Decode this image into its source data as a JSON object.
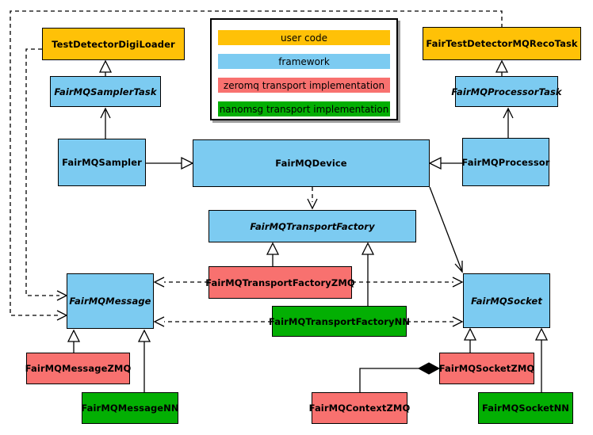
{
  "colors": {
    "user_code": "#FFC107",
    "framework": "#7CCBF1",
    "zeromq": "#F8716F",
    "nanomsg": "#03AF03",
    "line": "#000000",
    "background": "#FFFFFF"
  },
  "legend": {
    "items": [
      {
        "label": "user code",
        "color": "#FFC107"
      },
      {
        "label": "framework",
        "color": "#7CCBF1"
      },
      {
        "label": "zeromq transport implementation",
        "color": "#F8716F"
      },
      {
        "label": "nanomsg transport implementation",
        "color": "#03AF03"
      }
    ]
  },
  "nodes": {
    "testDetectorDigiLoader": {
      "label": "TestDetectorDigiLoader",
      "category": "user_code",
      "abstract": false
    },
    "fairTestDetectorMQRecoTask": {
      "label": "FairTestDetectorMQRecoTask",
      "category": "user_code",
      "abstract": false
    },
    "fairMQSamplerTask": {
      "label": "FairMQSamplerTask",
      "category": "framework",
      "abstract": true
    },
    "fairMQProcessorTask": {
      "label": "FairMQProcessorTask",
      "category": "framework",
      "abstract": true
    },
    "fairMQSampler": {
      "label": "FairMQSampler",
      "category": "framework",
      "abstract": false
    },
    "fairMQDevice": {
      "label": "FairMQDevice",
      "category": "framework",
      "abstract": false
    },
    "fairMQProcessor": {
      "label": "FairMQProcessor",
      "category": "framework",
      "abstract": false
    },
    "fairMQTransportFactory": {
      "label": "FairMQTransportFactory",
      "category": "framework",
      "abstract": true
    },
    "fairMQTransportFactoryZMQ": {
      "label": "FairMQTransportFactoryZMQ",
      "category": "zeromq",
      "abstract": false
    },
    "fairMQTransportFactoryNN": {
      "label": "FairMQTransportFactoryNN",
      "category": "nanomsg",
      "abstract": false
    },
    "fairMQMessage": {
      "label": "FairMQMessage",
      "category": "framework",
      "abstract": true
    },
    "fairMQSocket": {
      "label": "FairMQSocket",
      "category": "framework",
      "abstract": true
    },
    "fairMQMessageZMQ": {
      "label": "FairMQMessageZMQ",
      "category": "zeromq",
      "abstract": false
    },
    "fairMQMessageNN": {
      "label": "FairMQMessageNN",
      "category": "nanomsg",
      "abstract": false
    },
    "fairMQContextZMQ": {
      "label": "FairMQContextZMQ",
      "category": "zeromq",
      "abstract": false
    },
    "fairMQSocketZMQ": {
      "label": "FairMQSocketZMQ",
      "category": "zeromq",
      "abstract": false
    },
    "fairMQSocketNN": {
      "label": "FairMQSocketNN",
      "category": "nanomsg",
      "abstract": false
    }
  },
  "relationships": [
    {
      "from": "FairMQSamplerTask",
      "to": "TestDetectorDigiLoader",
      "type": "generalization"
    },
    {
      "from": "FairMQProcessorTask",
      "to": "FairTestDetectorMQRecoTask",
      "type": "generalization"
    },
    {
      "from": "FairMQSampler",
      "to": "FairMQSamplerTask",
      "type": "association"
    },
    {
      "from": "FairMQProcessor",
      "to": "FairMQProcessorTask",
      "type": "association"
    },
    {
      "from": "FairMQSampler",
      "to": "FairMQDevice",
      "type": "generalization"
    },
    {
      "from": "FairMQProcessor",
      "to": "FairMQDevice",
      "type": "generalization"
    },
    {
      "from": "FairMQDevice",
      "to": "FairMQTransportFactory",
      "type": "dashed-dependency"
    },
    {
      "from": "FairMQDevice",
      "to": "FairMQSocket",
      "type": "association"
    },
    {
      "from": "FairMQTransportFactoryZMQ",
      "to": "FairMQTransportFactory",
      "type": "generalization"
    },
    {
      "from": "FairMQTransportFactoryNN",
      "to": "FairMQTransportFactory",
      "type": "generalization"
    },
    {
      "from": "FairMQTransportFactoryZMQ",
      "to": "FairMQMessage",
      "type": "dashed-dependency"
    },
    {
      "from": "FairMQTransportFactoryZMQ",
      "to": "FairMQSocket",
      "type": "dashed-dependency"
    },
    {
      "from": "FairMQTransportFactoryNN",
      "to": "FairMQMessage",
      "type": "dashed-dependency"
    },
    {
      "from": "FairMQTransportFactoryNN",
      "to": "FairMQSocket",
      "type": "dashed-dependency"
    },
    {
      "from": "TestDetectorDigiLoader",
      "to": "FairMQMessage",
      "type": "dashed-dependency"
    },
    {
      "from": "FairTestDetectorMQRecoTask",
      "to": "FairMQMessage",
      "type": "dashed-dependency"
    },
    {
      "from": "FairMQMessageZMQ",
      "to": "FairMQMessage",
      "type": "generalization"
    },
    {
      "from": "FairMQMessageNN",
      "to": "FairMQMessage",
      "type": "generalization"
    },
    {
      "from": "FairMQSocketZMQ",
      "to": "FairMQSocket",
      "type": "generalization"
    },
    {
      "from": "FairMQSocketNN",
      "to": "FairMQSocket",
      "type": "generalization"
    },
    {
      "from": "FairMQContextZMQ",
      "to": "FairMQSocketZMQ",
      "type": "composition"
    }
  ]
}
